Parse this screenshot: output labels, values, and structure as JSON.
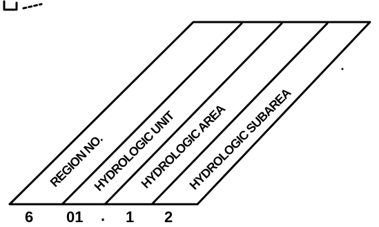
{
  "bands": [
    {
      "label": "REGION NO."
    },
    {
      "label": "HYDROLOGIC UNIT"
    },
    {
      "label": "HYDROLOGIC AREA"
    },
    {
      "label": "HYDROLOGIC SUBAREA"
    }
  ],
  "code": {
    "region": "6",
    "unit": "01",
    "separator": ".",
    "area": "1",
    "subarea": "2"
  },
  "colors": {
    "ink": "#000000",
    "paper": "#ffffff"
  }
}
